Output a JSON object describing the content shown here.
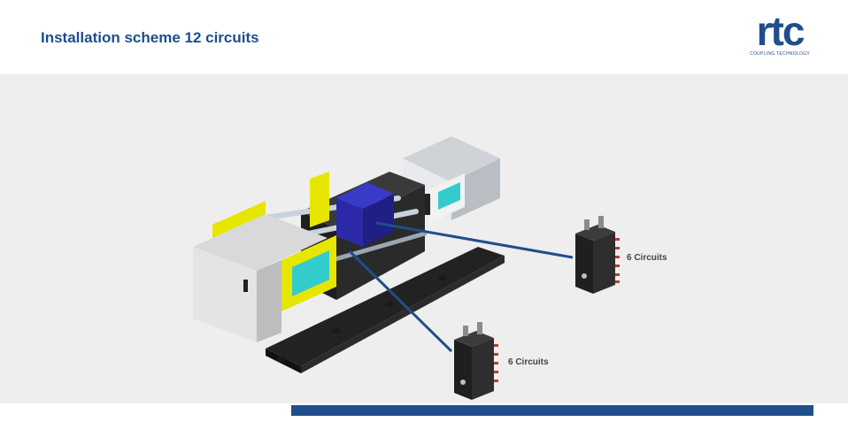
{
  "slide": {
    "title": "Installation scheme 12 circuits"
  },
  "logo": {
    "word": "rtc",
    "tagline": "COUPLING TECHNOLOGY"
  },
  "figure": {
    "labels": [
      "6 Circuits",
      "6 Circuits"
    ]
  },
  "colors": {
    "accent": "#1f4e8c",
    "panel_bg": "#eeeeee",
    "machine_yellow": "#e6e600",
    "machine_cyan": "#33cccc",
    "mold_blue": "#2a2aa8"
  }
}
